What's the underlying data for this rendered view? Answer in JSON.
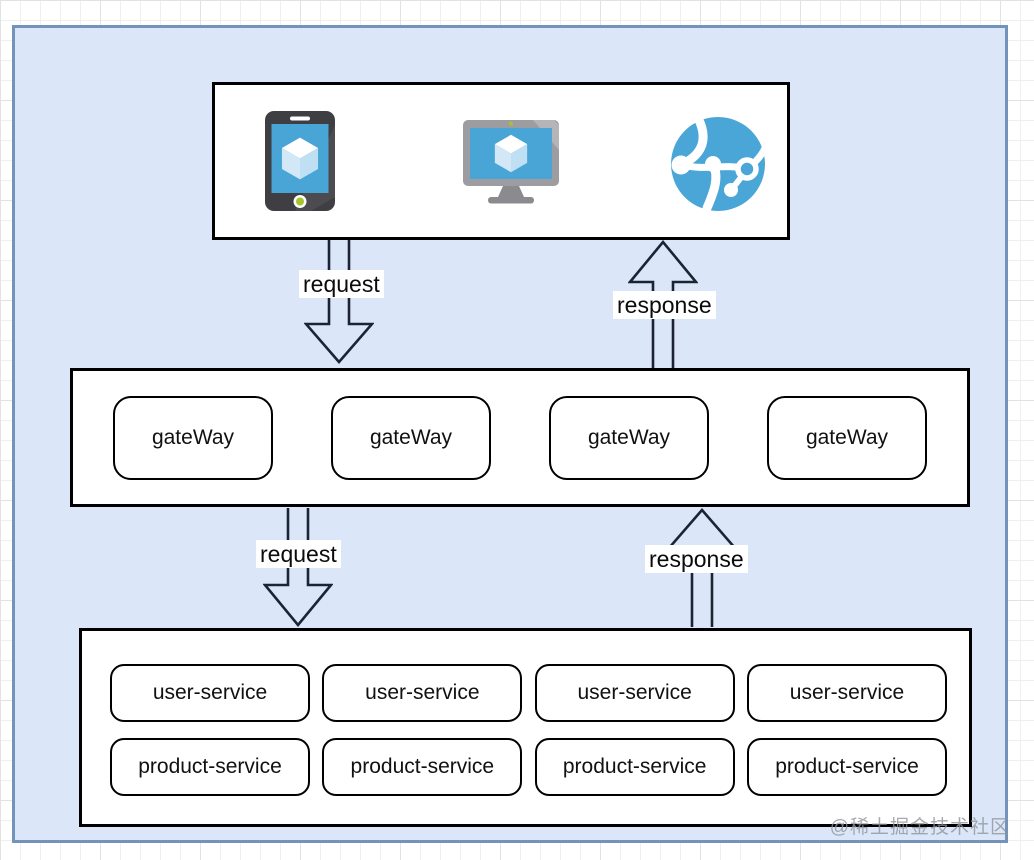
{
  "diagram": {
    "title_hint": "client / gateway / services request-response architecture",
    "clients": {
      "icons": [
        {
          "name": "mobile-device-icon"
        },
        {
          "name": "desktop-monitor-icon"
        },
        {
          "name": "web-globe-icon"
        }
      ]
    },
    "arrows": {
      "request1": "request",
      "response1": "response",
      "request2": "request",
      "response2": "response"
    },
    "gateways": [
      "gateWay",
      "gateWay",
      "gateWay",
      "gateWay"
    ],
    "user_services": [
      "user-service",
      "user-service",
      "user-service",
      "user-service"
    ],
    "product_services": [
      "product-service",
      "product-service",
      "product-service",
      "product-service"
    ],
    "watermark": "@稀土掘金技术社区",
    "colors": {
      "canvas_fill": "#dbe7f8",
      "canvas_border": "#7493ba",
      "box_border": "#000000",
      "icon_screen_blue": "#48a5d6",
      "icon_body_dark": "#3e3e43",
      "icon_frame_gray": "#9d9da1",
      "icon_accent_green": "#a6c42c",
      "globe_blue": "#4ba6d8",
      "arrow_stroke": "#1c2433",
      "watermark_gray": "#8f959c"
    }
  }
}
